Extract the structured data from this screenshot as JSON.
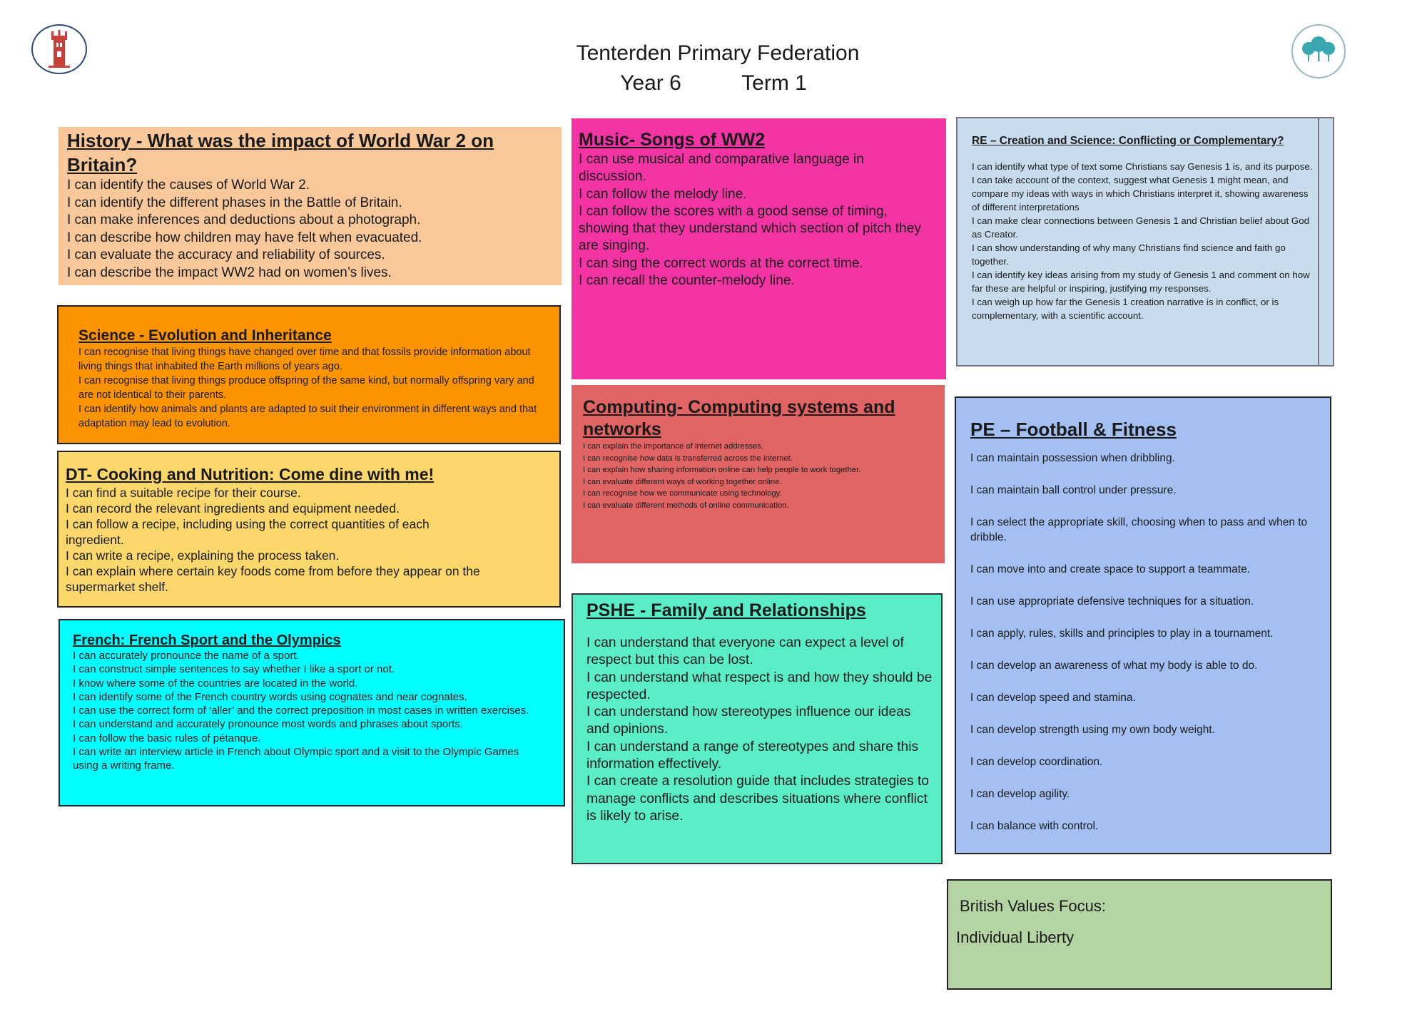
{
  "header": {
    "title": "Tenterden Primary Federation",
    "year": "Year 6",
    "term": "Term 1"
  },
  "logos": {
    "left": "church-tower-logo",
    "right": "trees-logo"
  },
  "history": {
    "title": "History - What was the impact of World War 2 on Britain?",
    "lines": [
      "I can identify the causes of World War 2.",
      "I can identify the different phases in the Battle of Britain.",
      "I can make inferences and deductions about a photograph.",
      "I can describe how children may have felt when evacuated.",
      "I can evaluate the accuracy and reliability of sources.",
      "I can describe the impact WW2 had on women’s lives."
    ]
  },
  "science": {
    "title": "Science - Evolution and Inheritance",
    "lines": [
      "I can recognise that living things have changed over time and that fossils provide information about living things that inhabited the Earth millions of years ago.",
      "I can recognise that living things produce offspring of the same kind, but normally offspring vary and are not identical to their parents.",
      " I can identify how animals and plants are adapted to suit their environment in different ways and that adaptation may lead to evolution."
    ]
  },
  "dt": {
    "title": "DT- Cooking and Nutrition: Come dine with me!",
    "lines": [
      "I can find a suitable recipe for their course.",
      "I can record the relevant ingredients and equipment needed.",
      "I can follow a recipe, including using the correct quantities of each ingredient.",
      "I can write a recipe, explaining the process taken.",
      "I can explain where certain key foods come from before they appear on the supermarket shelf."
    ]
  },
  "french": {
    "title": "French: French Sport and the Olympics",
    "lines": [
      "I can accurately pronounce the name of a sport.",
      "I can construct simple sentences to say whether I like a sport or not.",
      "I know where some of the countries are located in the world.",
      "I can identify some of the French country words using cognates and near cognates.",
      "I can use the correct form of ‘aller’ and the correct preposition in most cases in written exercises.",
      "I can understand and accurately pronounce most words and phrases about sports.",
      "I can follow the basic rules of pétanque.",
      "I can write an interview article in French about  Olympic sport and a visit to the Olympic Games using a writing frame."
    ]
  },
  "music": {
    "title": "Music- Songs of WW2",
    "lines": [
      "I can use musical and comparative language in discussion.",
      "I can follow the melody line.",
      "I can follow the scores with a good sense of timing, showing that they understand which section of pitch they are singing.",
      "I can sing the correct words at the correct time.",
      "I can recall the counter-melody line."
    ]
  },
  "computing": {
    "title": "Computing- Computing systems and networks",
    "lines": [
      "I can explain the importance of internet addresses.",
      "I can recognise how data is transferred across the internet.",
      "I can explain how sharing information online can help people to work together.",
      "I can evaluate different ways of working together online.",
      "I can recognise how we communicate using technology.",
      "I can evaluate different methods of online communication."
    ]
  },
  "pshe": {
    "title": "PSHE - Family and Relationships",
    "lines": [
      "I can understand that everyone can expect a level of respect but this can be lost.",
      "I can understand what respect is and how they should be respected.",
      "I can understand how stereotypes influence our ideas and opinions.",
      "I can understand a range of stereotypes and share this information effectively.",
      "I can create a resolution guide that includes strategies to manage conflicts and describes situations where conflict is likely to arise."
    ]
  },
  "re": {
    "title": "RE – Creation and Science: Conflicting or Complementary?",
    "lines": [
      "I can identify what type of text some Christians say Genesis 1 is, and its purpose.",
      "I can take account of the context, suggest what Genesis 1 might mean, and compare my ideas with ways in which Christians interpret it, showing awareness of different interpretations",
      "I can make clear connections between Genesis 1 and Christian belief about God as Creator.",
      "I can show understanding of why many Christians find science and faith go together.",
      "I can identify key ideas arising from my study of Genesis 1 and comment on how far these are helpful or inspiring, justifying my responses.",
      "I can weigh up how far the Genesis 1 creation narrative is in conflict, or is complementary, with a scientific account."
    ]
  },
  "pe": {
    "title": "PE – Football & Fitness",
    "lines": [
      "I can maintain possession when dribbling.",
      "I can maintain ball control under pressure.",
      "I can select the appropriate skill, choosing when to pass and when to dribble.",
      "I can move into  and create space to support a teammate.",
      "I can use appropriate defensive techniques for a situation.",
      "I can apply, rules, skills and principles to play in a tournament.",
      "I can develop an awareness of what my body is able to do.",
      "I can develop speed and stamina.",
      "I can develop strength using my own body weight.",
      "I can develop coordination.",
      "I can develop agility.",
      "I can balance with control."
    ]
  },
  "british_values": {
    "title": "British Values Focus:",
    "value": "Individual Liberty"
  }
}
